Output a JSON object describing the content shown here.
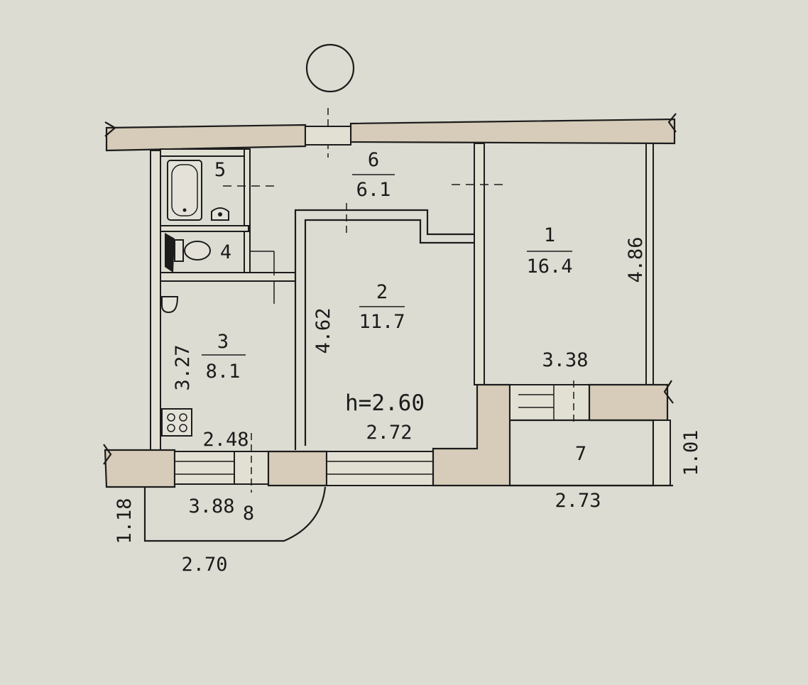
{
  "rooms": [
    {
      "number": "1",
      "area": "16.4"
    },
    {
      "number": "2",
      "area": "11.7"
    },
    {
      "number": "3",
      "area": "8.1"
    },
    {
      "number": "4"
    },
    {
      "number": "5"
    },
    {
      "number": "6",
      "area": "6.1"
    },
    {
      "number": "7"
    },
    {
      "number": "8"
    }
  ],
  "dimensions": {
    "room1_height": "4.86",
    "room1_width": "3.38",
    "room2_height": "4.62",
    "room2_width": "2.72",
    "room3_height": "3.27",
    "room3_width": "2.48",
    "balcony7_height": "1.01",
    "balcony7_width": "2.73",
    "balcony8_length": "3.88",
    "balcony8_height": "1.18",
    "balcony8_width": "2.70"
  },
  "ceiling_height": "h=2.60",
  "colors": {
    "paper": "#dcdcd2",
    "ink": "#1c1c1c",
    "wall_fill": "#d6ccb9"
  }
}
